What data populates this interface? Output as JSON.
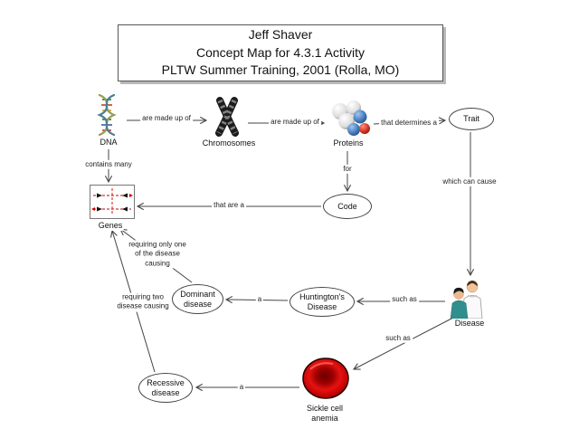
{
  "title": {
    "line1": "Jeff Shaver",
    "line2": "Concept Map for 4.3.1 Activity",
    "line3": "PLTW Summer Training, 2001 (Rolla, MO)"
  },
  "nodes": {
    "dna": "DNA",
    "chromosomes": "Chromosomes",
    "proteins": "Proteins",
    "trait": "Trait",
    "code": "Code",
    "genes": "Genes",
    "disease": "Disease",
    "huntingtons": "Huntington's\nDisease",
    "dominant": "Dominant\ndisease",
    "recessive": "Recessive\ndisease",
    "sickle_cell": "Sickle cell\nanemia"
  },
  "icons": {
    "dna": "dna-helix-icon",
    "chromosomes": "chromosome-icon",
    "proteins": "protein-spheres-icon",
    "genes": "gene-map-icon",
    "disease": "person-icon",
    "sickle_cell": "red-blood-cell-icon"
  },
  "edges": {
    "dna_to_chromosomes": "are made up of",
    "chromosomes_to_proteins": "are made up of",
    "proteins_to_trait": "that determines a",
    "proteins_to_code": "for",
    "code_to_genes": "that are a",
    "dna_to_genes": "contains many",
    "trait_to_disease": "which can cause",
    "disease_to_huntingtons": "such as",
    "huntingtons_to_dominant": "a",
    "dominant_to_genes": "requiring only one\nof the disease\ncausing",
    "recessive_to_genes": "requiring two\ndisease causing",
    "disease_to_sickle": "such as",
    "sickle_to_recessive": "a"
  },
  "colors": {
    "line": "#444444",
    "red_cell": "#cc0000",
    "protein_blue": "#4b82c4",
    "protein_red": "#d83a2a"
  }
}
